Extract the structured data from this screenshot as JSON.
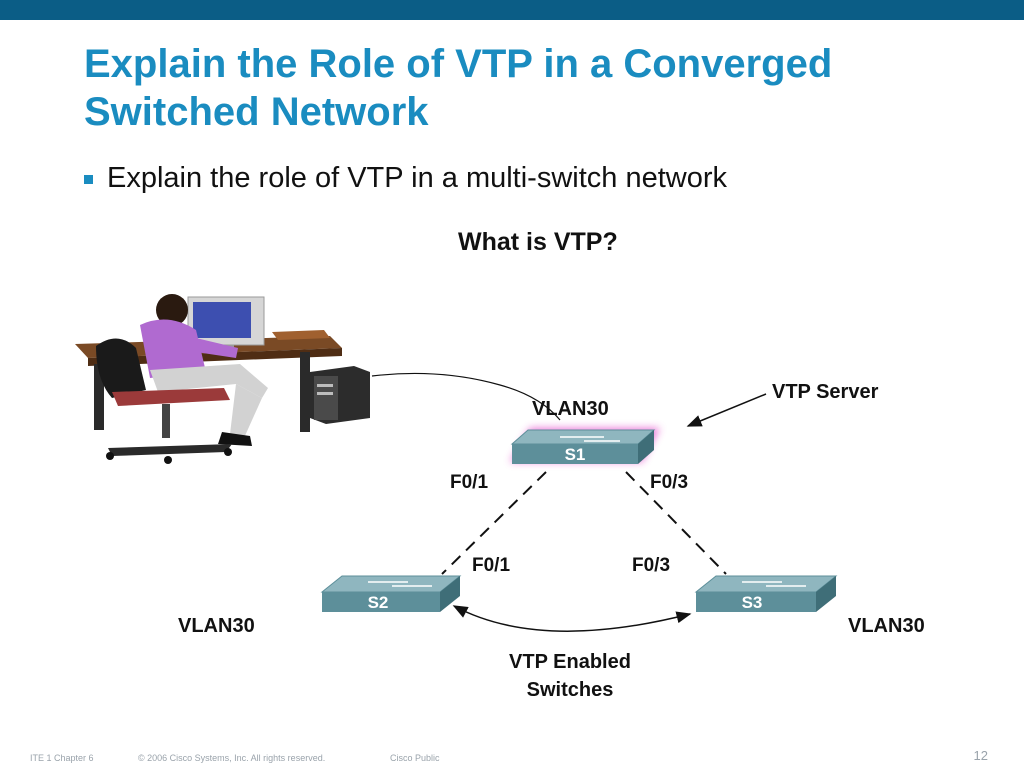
{
  "slide": {
    "title_line1": "Explain the Role of VTP in a Converged",
    "title_line2": "Switched Network",
    "bullet": "Explain the role of VTP in a multi-switch network"
  },
  "diagram": {
    "title": "What is VTP?",
    "s1": {
      "label": "S1",
      "vlan": "VLAN30",
      "role": "VTP Server",
      "port_left": "F0/1",
      "port_right": "F0/3"
    },
    "s2": {
      "label": "S2",
      "vlan": "VLAN30",
      "port": "F0/1"
    },
    "s3": {
      "label": "S3",
      "vlan": "VLAN30",
      "port": "F0/3"
    },
    "enabled_line1": "VTP Enabled",
    "enabled_line2": "Switches"
  },
  "footer": {
    "course": "ITE 1 Chapter 6",
    "copyright": "© 2006 Cisco Systems, Inc. All rights reserved.",
    "classification": "Cisco Public",
    "page": "12"
  },
  "colors": {
    "brand_bar": "#0b5d86",
    "title": "#1a8cc0",
    "switch_top": "#8fb6bf",
    "switch_front": "#5d8f9a",
    "server_glow": "#e040c8"
  }
}
